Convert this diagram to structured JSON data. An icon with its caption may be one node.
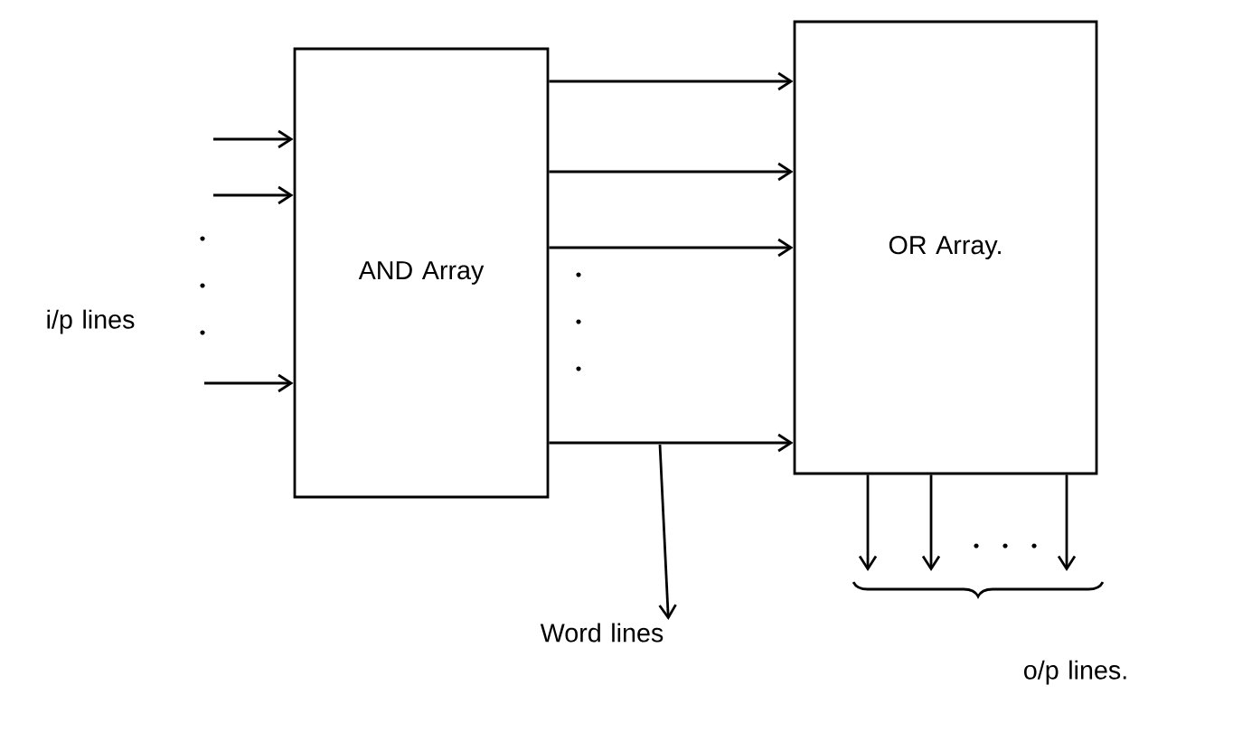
{
  "diagram": {
    "nodes": [
      {
        "text": [
          "AND Array"
        ]
      },
      {
        "text": [
          "OR Array."
        ]
      },
      {
        "text": [
          "Word lines"
        ]
      }
    ],
    "edges": [
      {
        "from": null,
        "to": 0,
        "arrow": "to"
      },
      {
        "from": null,
        "to": 0,
        "arrow": "to"
      },
      {
        "from": null,
        "to": 0,
        "arrow": "to"
      },
      {
        "from": 0,
        "to": 1,
        "arrow": "to"
      },
      {
        "from": 0,
        "to": 1,
        "arrow": "to"
      },
      {
        "from": 0,
        "to": 1,
        "arrow": "to"
      },
      {
        "from": 0,
        "to": 1,
        "arrow": "to"
      },
      {
        "from": null,
        "to": 2,
        "arrow": "to"
      },
      {
        "from": 1,
        "to": null,
        "arrow": "to"
      },
      {
        "from": 1,
        "to": null,
        "arrow": "to"
      },
      {
        "from": 1,
        "to": null,
        "arrow": "to"
      }
    ],
    "labels": [
      "i/p lines",
      "o/p lines."
    ]
  }
}
